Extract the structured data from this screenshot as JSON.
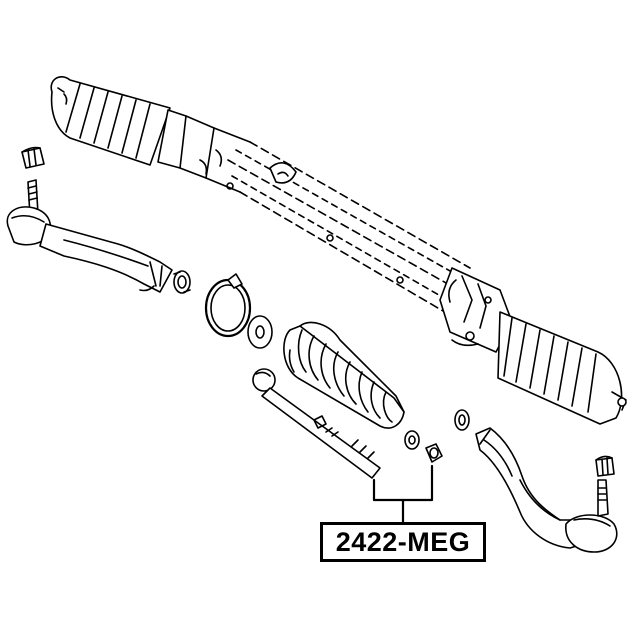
{
  "diagram": {
    "part_number": "2422-MEG",
    "colors": {
      "line": "#000000",
      "background": "#ffffff"
    },
    "components": [
      "steering-rack-assembly",
      "left-tie-rod-end",
      "right-tie-rod-end",
      "inner-tie-rod",
      "rack-boot",
      "boot-clamp",
      "washer",
      "nuts"
    ]
  }
}
